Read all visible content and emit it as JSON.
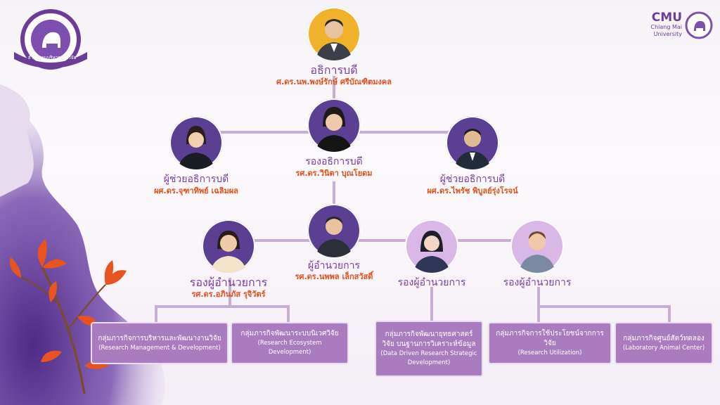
{
  "logos": {
    "left_text": "สำนักงานบริหารงานวิจัย",
    "right_abbr": "CMU",
    "right_name": "Chiang Mai University"
  },
  "president": {
    "title": "อธิการบดี",
    "name": "ศ.ดร.นพ.พงษ์รักษ์ ศรีบัณฑิตมงคล"
  },
  "vice_president": {
    "title": "รองอธิการบดี",
    "name": "รศ.ดร.วินิตา บุณโยดม"
  },
  "assistant_left": {
    "title": "ผู้ช่วยอธิการบดี",
    "name": "ผศ.ดร.จุฑาทิพย์ เฉลิมผล"
  },
  "assistant_right": {
    "title": "ผู้ช่วยอธิการบดี",
    "name": "ผศ.ดร.ไพรัช พิบูลย์รุ่งโรจน์"
  },
  "director": {
    "title": "ผู้อำนวยการ",
    "name": "รศ.ดร.นพพล เล็กสวัสดิ์"
  },
  "deputy_1": {
    "title": "รองผู้อำนวยการ",
    "name": "รศ.ดร.อภินภัส รุจิวัตร์"
  },
  "deputy_2": {
    "title": "รองผู้อำนวยการ"
  },
  "deputy_3": {
    "title": "รองผู้อำนวยการ"
  },
  "units": [
    {
      "th": "กลุ่มภารกิจการบริหารและพัฒนางานวิจัย",
      "en": "(Research Management & Development)"
    },
    {
      "th": "กลุ่มภารกิจพัฒนาระบบนิเวศวิจัย",
      "en": "(Research Ecosystem Development)"
    },
    {
      "th": "กลุ่มภารกิจพัฒนายุทธศาสตร์วิจัย บนฐานการวิเคราะห์ข้อมูล",
      "en": "(Data Driven Research Strategic Development)"
    },
    {
      "th": "กลุ่มภารกิจการใช้ประโยชน์จากการวิจัย",
      "en": "(Research Utilization)"
    },
    {
      "th": "กลุ่มภารกิจศูนย์สัตว์ทดลอง",
      "en": "(Laboratory Animal Center)"
    }
  ],
  "colors": {
    "accent": "#7a3ea4",
    "name_text": "#e2501c",
    "unit_box": "#a97cbf",
    "connector": "#c9aed3"
  }
}
